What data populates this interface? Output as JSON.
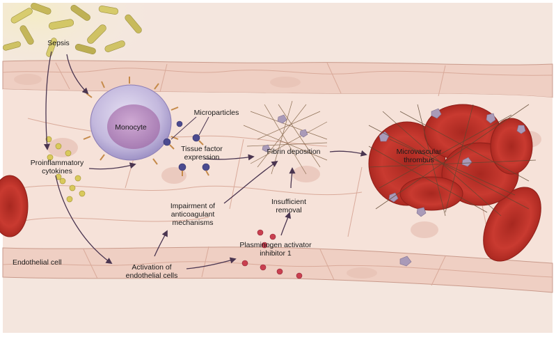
{
  "labels": {
    "sepsis": "Sepsis",
    "monocyte": "Monocyte",
    "microparticles": "Microparticles",
    "tissue_factor_expression": "Tissue factor expression",
    "fibrin_deposition": "Fibrin deposition",
    "microvascular_thrombus": "Microvascular thrombus",
    "proinflammatory_cytokines": "Proinflammatory cytokines",
    "impairment_anticoagulant": "Impairment of anticoagulant mechanisms",
    "insufficient_removal": "Insufficient removal",
    "plasminogen_activator_inhibitor": "Plasminogen activator inhibitor 1",
    "endothelial_cell": "Endothelial cell",
    "activation_endothelial": "Activation of endothelial cells"
  },
  "colors": {
    "vessel_wall": "#f1d3c8",
    "vessel_lumen": "#f6e3db",
    "bacteria": "#c9bc5a",
    "monocyte": "#c7bde0",
    "rbc": "#c0322b",
    "arrow": "#4a3550",
    "fibrin": "#7a5a3c",
    "platelet": "#a99ab8"
  }
}
